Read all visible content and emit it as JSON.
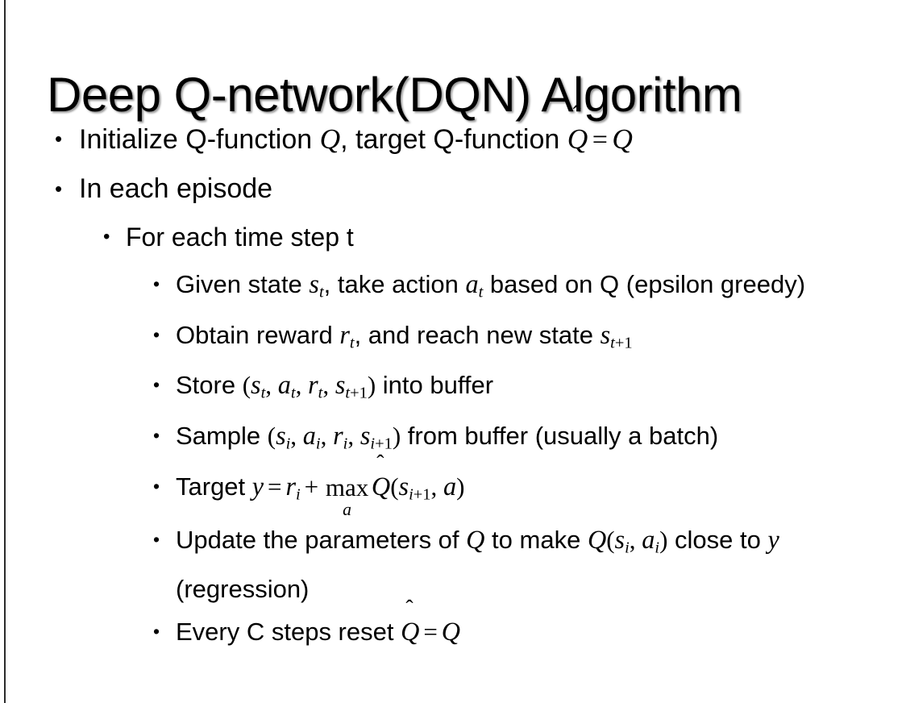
{
  "slide": {
    "title": "Deep Q-network(DQN) Algorithm",
    "background_color": "#ffffff",
    "text_color": "#000000",
    "edge_rule_color": "#2b2b2b",
    "bullet_glyph": "•"
  },
  "content": {
    "bullets": [
      {
        "level": 1,
        "plain_text": "Initialize Q-function Q, target Q-function Q̂ = Q",
        "segments": [
          {
            "kind": "text",
            "text": "Initialize Q-function "
          },
          {
            "kind": "math",
            "text": "Q"
          },
          {
            "kind": "text",
            "text": ", target Q-function "
          },
          {
            "kind": "math-hat",
            "text": "Q"
          },
          {
            "kind": "op",
            "text": "="
          },
          {
            "kind": "math",
            "text": "Q"
          }
        ]
      },
      {
        "level": 1,
        "plain_text": "In each episode",
        "segments": [
          {
            "kind": "text",
            "text": "In each episode"
          }
        ]
      },
      {
        "level": 2,
        "plain_text": "For each time step t",
        "segments": [
          {
            "kind": "text",
            "text": "For each time step t"
          }
        ]
      },
      {
        "level": 3,
        "plain_text": "Given state s_t, take action a_t based on Q (epsilon greedy)",
        "segments": [
          {
            "kind": "text",
            "text": "Given state "
          },
          {
            "kind": "math-sub",
            "base": "s",
            "sub": "t"
          },
          {
            "kind": "text",
            "text": ", take action "
          },
          {
            "kind": "math-sub",
            "base": "a",
            "sub": "t"
          },
          {
            "kind": "text",
            "text": " based on Q (epsilon greedy)"
          }
        ]
      },
      {
        "level": 3,
        "plain_text": "Obtain reward r_t, and reach new state s_t+1",
        "segments": [
          {
            "kind": "text",
            "text": "Obtain reward "
          },
          {
            "kind": "math-sub",
            "base": "r",
            "sub": "t"
          },
          {
            "kind": "text",
            "text": ", and reach new state "
          },
          {
            "kind": "math-sub",
            "base": "s",
            "sub": "t+1"
          }
        ]
      },
      {
        "level": 3,
        "plain_text": "Store (s_t, a_t, r_t, s_t+1) into buffer",
        "segments": [
          {
            "kind": "text",
            "text": "Store "
          },
          {
            "kind": "math-up",
            "text": "("
          },
          {
            "kind": "math-sub",
            "base": "s",
            "sub": "t"
          },
          {
            "kind": "math-up",
            "text": ", "
          },
          {
            "kind": "math-sub",
            "base": "a",
            "sub": "t"
          },
          {
            "kind": "math-up",
            "text": ", "
          },
          {
            "kind": "math-sub",
            "base": "r",
            "sub": "t"
          },
          {
            "kind": "math-up",
            "text": ", "
          },
          {
            "kind": "math-sub",
            "base": "s",
            "sub": "t+1"
          },
          {
            "kind": "math-up",
            "text": ")"
          },
          {
            "kind": "text",
            "text": " into buffer"
          }
        ]
      },
      {
        "level": 3,
        "plain_text": "Sample (s_i, a_i, r_i, s_i+1) from buffer (usually a batch)",
        "segments": [
          {
            "kind": "text",
            "text": "Sample "
          },
          {
            "kind": "math-up",
            "text": "("
          },
          {
            "kind": "math-sub",
            "base": "s",
            "sub": "i"
          },
          {
            "kind": "math-up",
            "text": ", "
          },
          {
            "kind": "math-sub",
            "base": "a",
            "sub": "i"
          },
          {
            "kind": "math-up",
            "text": ", "
          },
          {
            "kind": "math-sub",
            "base": "r",
            "sub": "i"
          },
          {
            "kind": "math-up",
            "text": ", "
          },
          {
            "kind": "math-sub",
            "base": "s",
            "sub": "i+1"
          },
          {
            "kind": "math-up",
            "text": ")"
          },
          {
            "kind": "text",
            "text": " from buffer (usually a batch)"
          }
        ]
      },
      {
        "level": 3,
        "plain_text": "Target y = r_i + max_a Q̂(s_i+1, a)",
        "segments": [
          {
            "kind": "text",
            "text": "Target "
          },
          {
            "kind": "math",
            "text": "y"
          },
          {
            "kind": "op",
            "text": "="
          },
          {
            "kind": "math-sub",
            "base": "r",
            "sub": "i"
          },
          {
            "kind": "op",
            "text": "+"
          },
          {
            "kind": "maxop",
            "name": "max",
            "sub": "a"
          },
          {
            "kind": "math-hat",
            "text": "Q"
          },
          {
            "kind": "math-up",
            "text": "("
          },
          {
            "kind": "math-sub",
            "base": "s",
            "sub": "i+1"
          },
          {
            "kind": "math-up",
            "text": ", "
          },
          {
            "kind": "math",
            "text": "a"
          },
          {
            "kind": "math-up",
            "text": ")"
          }
        ]
      },
      {
        "level": 3,
        "plain_text": "Update the parameters of Q to make Q(s_i, a_i) close to y (regression)",
        "segments": [
          {
            "kind": "text",
            "text": "Update the parameters of "
          },
          {
            "kind": "math",
            "text": "Q"
          },
          {
            "kind": "text",
            "text": " to make "
          },
          {
            "kind": "math",
            "text": "Q"
          },
          {
            "kind": "math-up",
            "text": "("
          },
          {
            "kind": "math-sub",
            "base": "s",
            "sub": "i"
          },
          {
            "kind": "math-up",
            "text": ", "
          },
          {
            "kind": "math-sub",
            "base": "a",
            "sub": "i"
          },
          {
            "kind": "math-up",
            "text": ")"
          },
          {
            "kind": "text",
            "text": " close to "
          },
          {
            "kind": "math",
            "text": "y"
          },
          {
            "kind": "text",
            "text": " (regression)"
          }
        ]
      },
      {
        "level": 3,
        "plain_text": "Every C steps reset Q̂ = Q",
        "segments": [
          {
            "kind": "text",
            "text": "Every C steps reset "
          },
          {
            "kind": "math-hat",
            "text": "Q"
          },
          {
            "kind": "op",
            "text": "="
          },
          {
            "kind": "math",
            "text": "Q"
          }
        ]
      }
    ]
  }
}
